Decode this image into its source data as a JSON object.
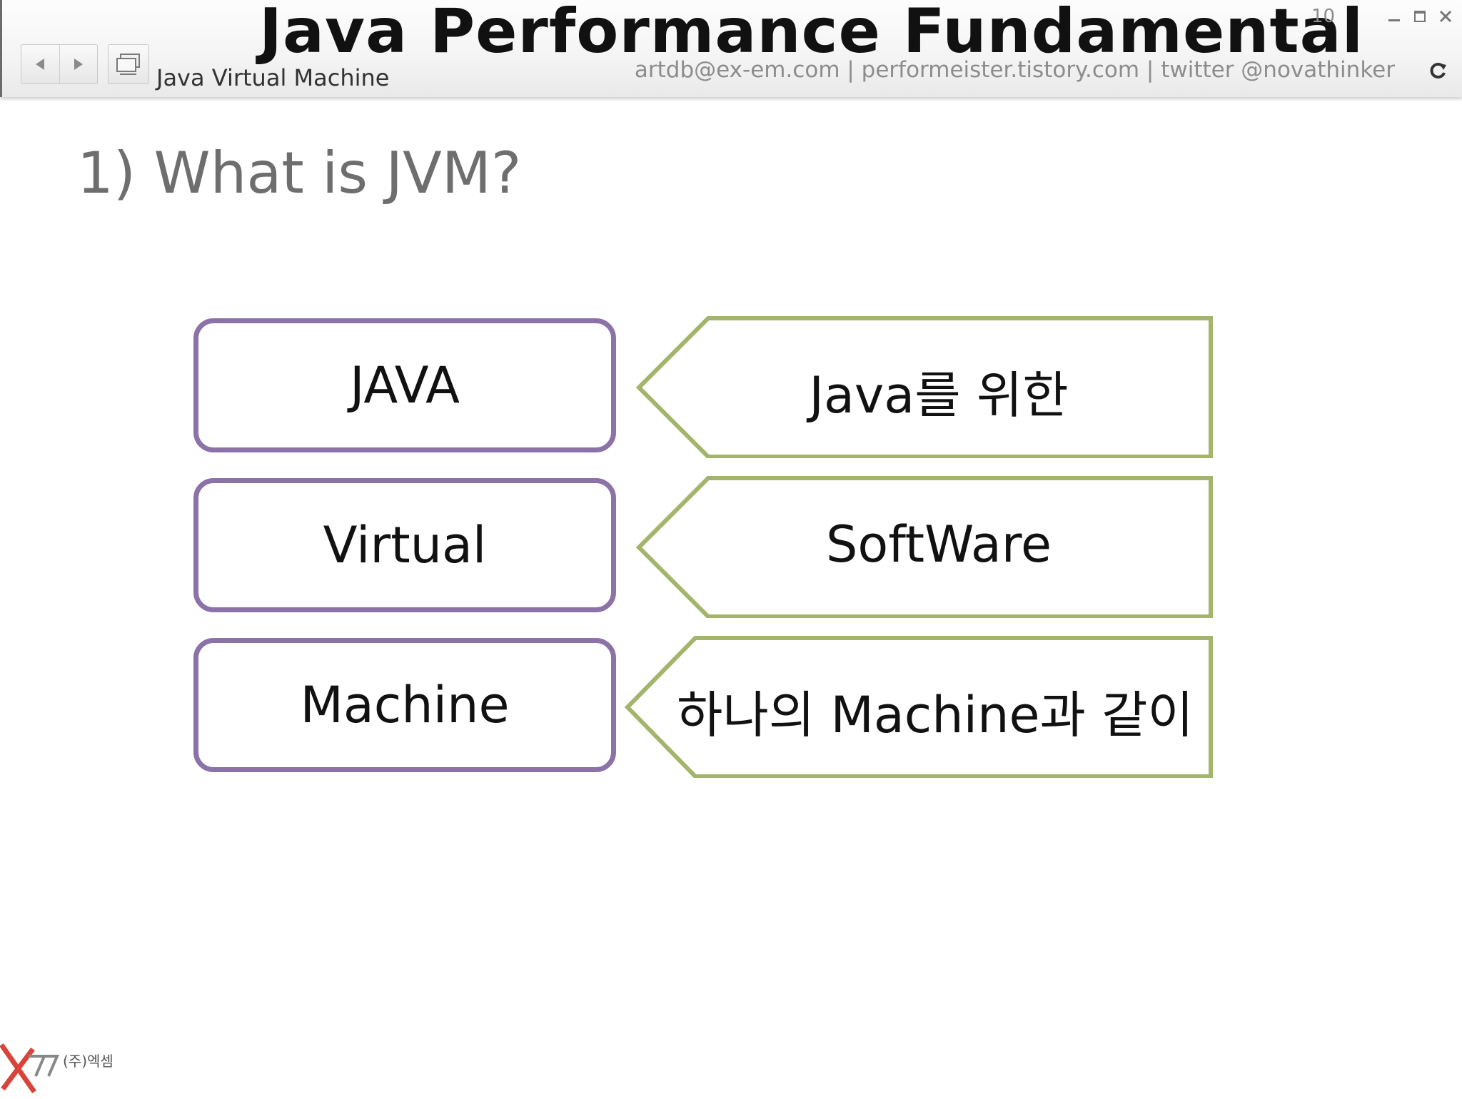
{
  "header": {
    "title": "Java Performance Fundamental",
    "subtitle": "Java Virtual Machine",
    "contact": "artdb@ex-em.com | performeister.tistory.com | twitter @novathinker",
    "page_number": "10",
    "nav": {
      "prev_icon": "left-triangle-icon",
      "next_icon": "right-triangle-icon",
      "slides_icon": "slides-icon"
    },
    "window_controls": {
      "minimize": "minimize-icon",
      "maximize": "maximize-icon",
      "close": "close-icon",
      "refresh": "refresh-icon"
    }
  },
  "slide": {
    "heading": "1) What is JVM?",
    "rows": [
      {
        "term": "JAVA",
        "meaning": "Java를 위한"
      },
      {
        "term": "Virtual",
        "meaning": "SoftWare"
      },
      {
        "term": "Machine",
        "meaning": "하나의 Machine과 같이"
      }
    ]
  },
  "footer": {
    "logo_text": "(주)엑셈"
  },
  "colors": {
    "term_border": "#8b72a8",
    "meaning_border": "#a3b56b",
    "heading": "#6e6e6e"
  }
}
